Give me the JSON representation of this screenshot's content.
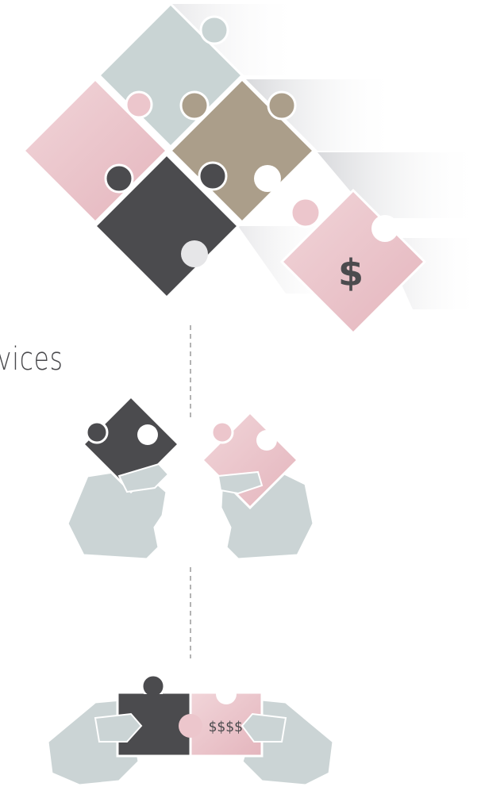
{
  "text_fragment": "vices",
  "top_piece_symbol": "$",
  "bottom_piece_label": "$$$$",
  "colors": {
    "gray_blue": "#c9d4d4",
    "pink": "#ecc6cc",
    "taupe": "#ab9e8a",
    "charcoal": "#4b4b4e",
    "hand": "#cbd4d5",
    "streak": "#e6e6e8",
    "dashed_line": "#9a9a9a"
  },
  "icons": [
    "puzzle-cluster-illustration",
    "dashed-connector",
    "hands-holding-pieces-illustration",
    "hands-joining-pieces-illustration"
  ]
}
